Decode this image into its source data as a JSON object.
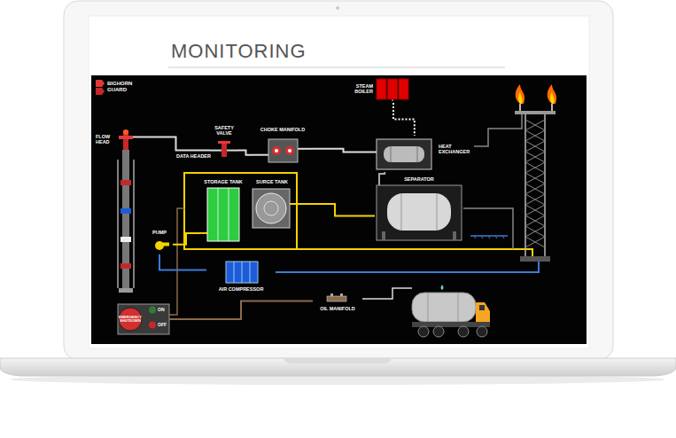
{
  "diagram": {
    "title": "MONITORING",
    "nodes": [
      {
        "text": [
          "STEAM BOILER"
        ]
      },
      {
        "text": [
          "FLOW HEAD"
        ]
      },
      {
        "text": [
          "SAFETY VALVE"
        ]
      },
      {
        "text": [
          "CHOKE MANIFOLD"
        ]
      },
      {
        "text": [
          "HEAT EXCHANGER"
        ]
      },
      {
        "text": [
          "SEPARATOR"
        ]
      },
      {
        "text": [
          "STORAGE TANK"
        ]
      },
      {
        "text": [
          "SURGE TANK"
        ]
      },
      {
        "text": [
          "PUMP"
        ]
      },
      {
        "text": [
          "AIR COMPRESSOR"
        ]
      },
      {
        "text": [
          "OIL MANIFOLD"
        ]
      },
      {
        "text": [
          "EMERGENCY SHUTDOWN",
          "ON",
          "OFF"
        ]
      }
    ],
    "edges": [
      {
        "from": 1,
        "to": 2,
        "arrow": "none"
      },
      {
        "from": 2,
        "to": 3,
        "arrow": "none"
      },
      {
        "from": 3,
        "to": 4,
        "arrow": "none"
      },
      {
        "from": 0,
        "to": 4,
        "arrow": "none"
      },
      {
        "from": 4,
        "to": 5,
        "arrow": "none"
      },
      {
        "from": 8,
        "to": 6,
        "arrow": "none"
      },
      {
        "from": 7,
        "to": 5,
        "arrow": "none"
      },
      {
        "from": 9,
        "to": 8,
        "arrow": "none"
      },
      {
        "from": 11,
        "to": 10,
        "arrow": "none"
      }
    ],
    "labels": [
      "BIGHORN GUARD",
      "DATA HEADER"
    ]
  }
}
